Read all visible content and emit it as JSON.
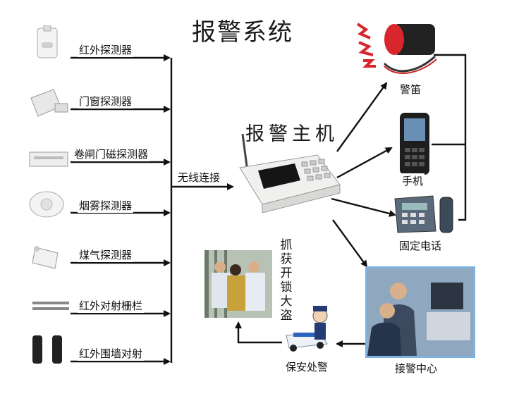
{
  "title": "报警系统",
  "host": {
    "label": "报警主机"
  },
  "link_label": "无线连接",
  "detectors": [
    {
      "label": "红外探测器"
    },
    {
      "label": "门窗探测器"
    },
    {
      "label": "卷闸门磁探测器"
    },
    {
      "label": "烟雾探测器"
    },
    {
      "label": "煤气探测器"
    },
    {
      "label": "红外对射栅栏"
    },
    {
      "label": "红外围墙对射"
    }
  ],
  "outputs": {
    "siren": "警笛",
    "phone": "手机",
    "landline": "固定电话",
    "center": "接警中心",
    "security": "保安处警"
  },
  "capture_label": "抓获开锁大盗",
  "colors": {
    "line": "#111111",
    "siren_red": "#d8262c",
    "screen_blue": "#2d6fb3"
  }
}
